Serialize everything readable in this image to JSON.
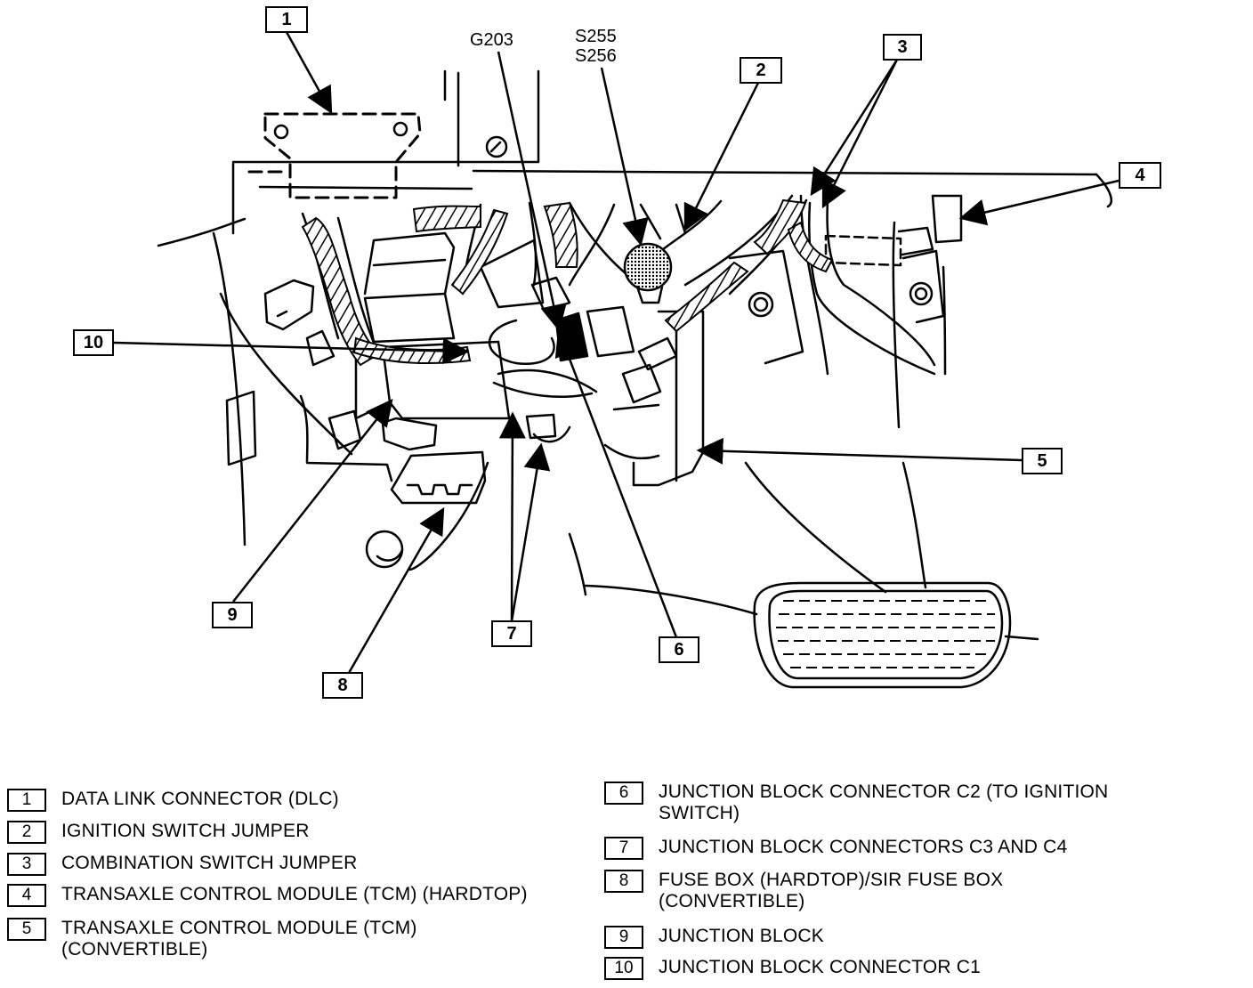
{
  "callouts": {
    "c1": "1",
    "c2": "2",
    "c3": "3",
    "c4": "4",
    "c5": "5",
    "c6": "6",
    "c7": "7",
    "c8": "8",
    "c9": "9",
    "c10": "10"
  },
  "tags": {
    "g203": "G203",
    "s255": "S255",
    "s256": "S256"
  },
  "legend": [
    {
      "num": "1",
      "text": "DATA LINK CONNECTOR (DLC)"
    },
    {
      "num": "2",
      "text": "IGNITION SWITCH JUMPER"
    },
    {
      "num": "3",
      "text": "COMBINATION SWITCH JUMPER"
    },
    {
      "num": "4",
      "text": "TRANSAXLE CONTROL MODULE (TCM) (HARDTOP)"
    },
    {
      "num": "5",
      "text": "TRANSAXLE CONTROL MODULE (TCM) (CONVERTIBLE)"
    },
    {
      "num": "6",
      "text": "JUNCTION BLOCK CONNECTOR C2 (TO IGNITION SWITCH)"
    },
    {
      "num": "7",
      "text": "JUNCTION BLOCK CONNECTORS C3 AND C4"
    },
    {
      "num": "8",
      "text": "FUSE BOX (HARDTOP)/SIR FUSE BOX (CONVERTIBLE)"
    },
    {
      "num": "9",
      "text": "JUNCTION BLOCK"
    },
    {
      "num": "10",
      "text": "JUNCTION BLOCK CONNECTOR C1"
    }
  ]
}
